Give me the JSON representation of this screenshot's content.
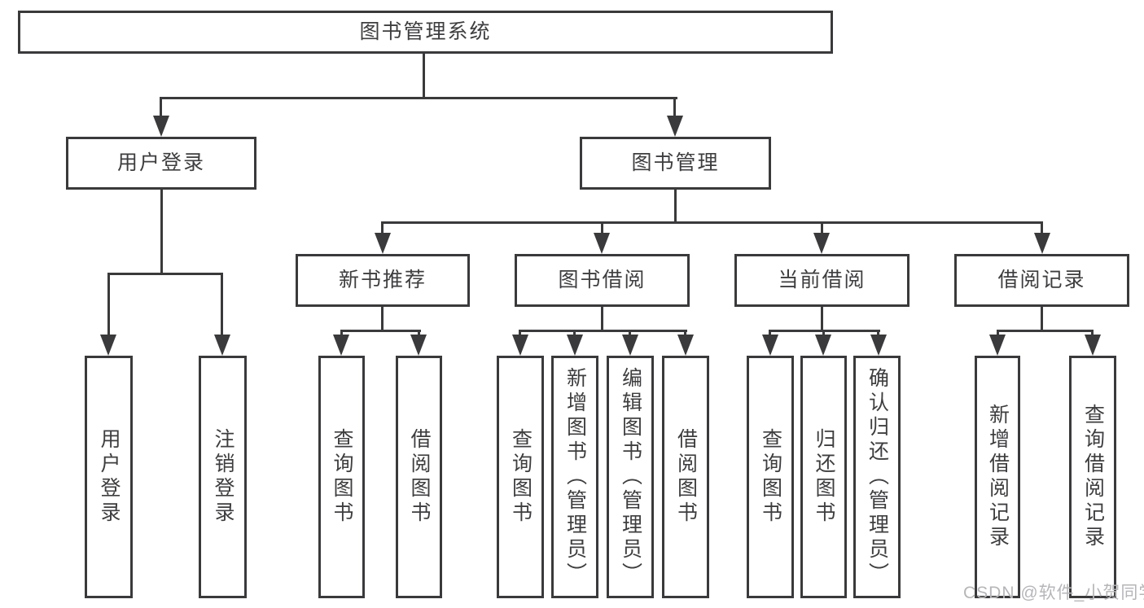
{
  "diagram": {
    "title": "图书管理系统",
    "nodes": {
      "root": "图书管理系统",
      "user_login": "用户登录",
      "book_mgmt": "图书管理",
      "new_books": "新书推荐",
      "book_borrow": "图书借阅",
      "current_borrow": "当前借阅",
      "borrow_records": "借阅记录",
      "leaves": {
        "user": [
          "用户登录",
          "注销登录"
        ],
        "newbooks": [
          "查询图书",
          "借阅图书"
        ],
        "borrow": [
          "查询图书",
          "新增图书（管理员）",
          "编辑图书（管理员）",
          "借阅图书"
        ],
        "current": [
          "查询图书",
          "归还图书",
          "确认归还（管理员）"
        ],
        "records": [
          "新增借阅记录",
          "查询借阅记录"
        ]
      }
    }
  },
  "watermark": "CSDN @软件_小贺同学",
  "colors": {
    "line": "#3a3a3c",
    "text": "#3e3e40",
    "watermark": "#b6b6ba",
    "background": "#ffffff"
  }
}
